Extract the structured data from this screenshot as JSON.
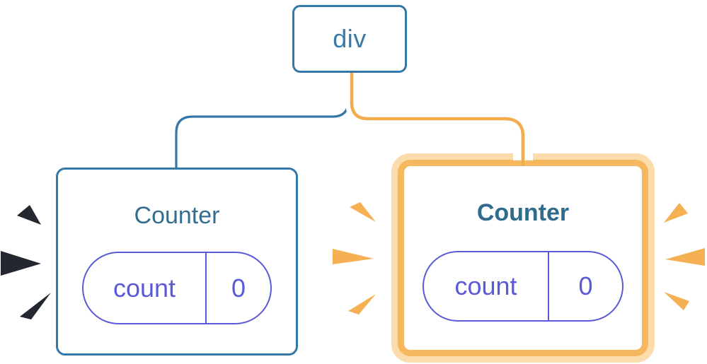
{
  "diagram": {
    "description": "React component tree: a div root with two Counter children; the second Counter is highlighted",
    "root": {
      "label": "div"
    },
    "children": [
      {
        "title": "Counter",
        "state_key": "count",
        "state_value": "0",
        "highlighted": false
      },
      {
        "title": "Counter",
        "state_key": "count",
        "state_value": "0",
        "highlighted": true
      }
    ]
  },
  "palette": {
    "edge_blue": "#3478A8",
    "node_text_blue": "#3A7AA9",
    "title_teal_left": "#336E90",
    "title_teal_right": "#2F6B8C",
    "pill_purple": "#5A5AD8",
    "edge_orange": "#F2AC4E",
    "highlight_border_orange": "#F6B85F",
    "highlight_halo_pale_orange": "#FBDDAD",
    "spark_dark": "#23272F",
    "spark_orange": "#F4B052",
    "card_background": "#FFFFFF"
  },
  "icons": {
    "spark": "burst-spark-wedge"
  }
}
